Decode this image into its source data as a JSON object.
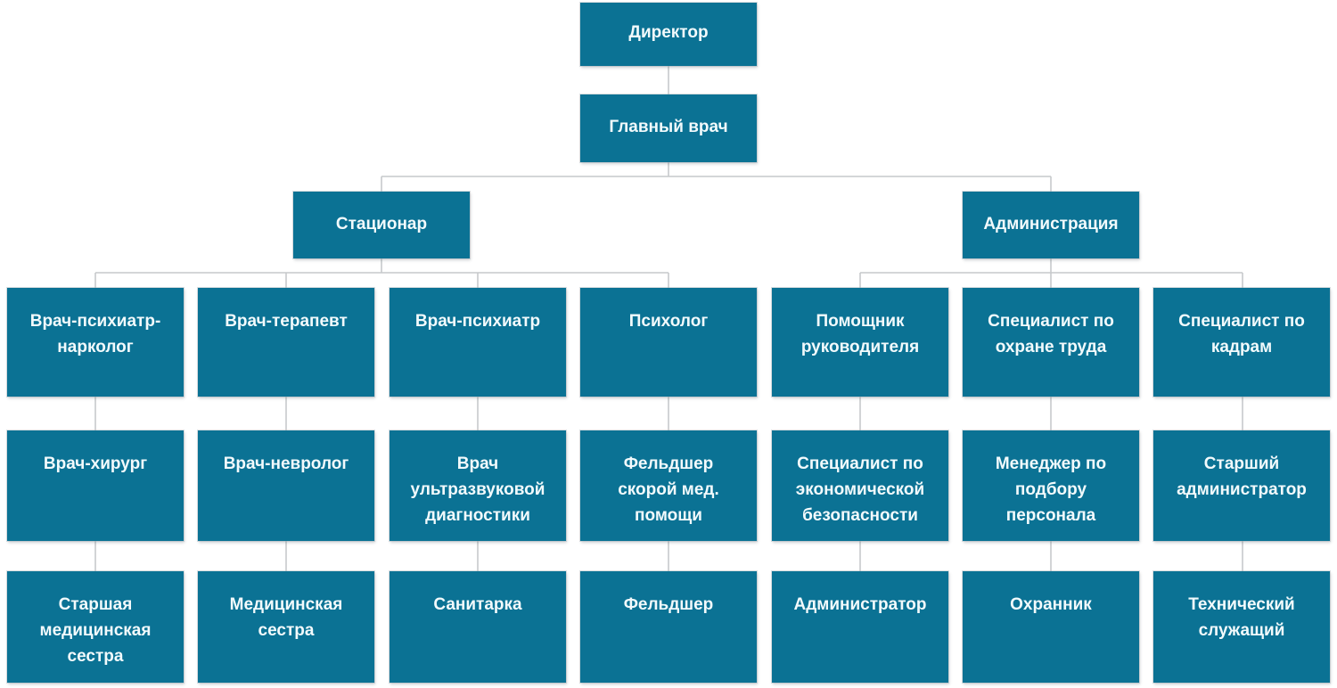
{
  "diagram": {
    "type": "org-chart",
    "language": "ru",
    "colors": {
      "node_fill": "#0b7294",
      "node_text": "#f2fafc",
      "connector": "#c6c9cb",
      "background": "#ffffff"
    },
    "nodes": {
      "director": "Директор",
      "chief_physician": "Главный врач",
      "branch_left": "Стационар",
      "branch_right": "Администрация"
    },
    "columns": [
      {
        "branch": "Стационар",
        "top": "Врач-психиатр-нарколог",
        "middle": "Врач-хирург",
        "bottom": "Старшая медицинская сестра"
      },
      {
        "branch": "Стационар",
        "top": "Врач-терапевт",
        "middle": "Врач-невролог",
        "bottom": "Медицинская сестра"
      },
      {
        "branch": "Стационар",
        "top": "Врач-психиатр",
        "middle": "Врач ультразвуковой диагностики",
        "bottom": "Санитарка"
      },
      {
        "branch": "Стационар",
        "top": "Психолог",
        "middle": "Фельдшер скорой мед. помощи",
        "bottom": "Фельдшер"
      },
      {
        "branch": "Администрация",
        "top": "Помощник руководителя",
        "middle": "Специалист по экономической безопасности",
        "bottom": "Администратор"
      },
      {
        "branch": "Администрация",
        "top": "Специалист по охране труда",
        "middle": "Менеджер по подбору персонала",
        "bottom": "Охранник"
      },
      {
        "branch": "Администрация",
        "top": "Специалист по кадрам",
        "middle": "Старший администратор",
        "bottom": "Технический служащий"
      }
    ]
  }
}
